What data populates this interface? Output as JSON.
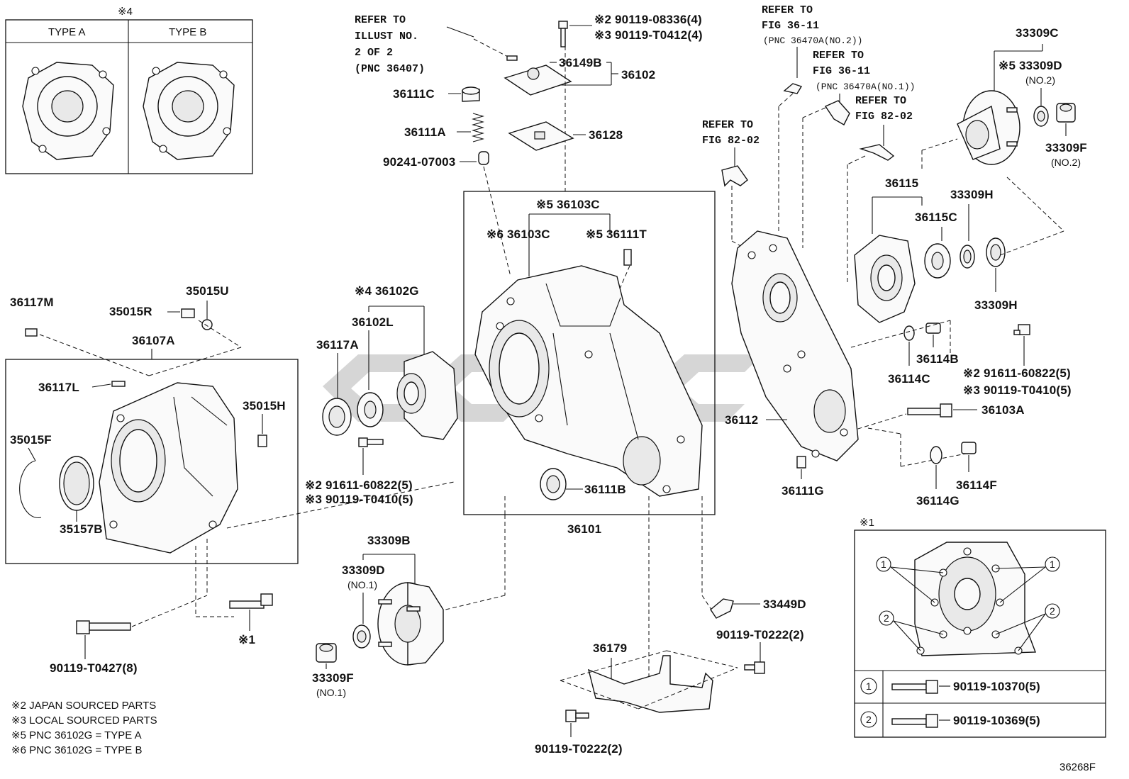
{
  "diagram_id": "36268F",
  "inset_types": {
    "header_mark": "※4",
    "type_a": "TYPE A",
    "type_b": "TYPE B"
  },
  "refers": {
    "illust": [
      "REFER TO",
      "ILLUST NO.",
      "2 OF 2",
      "(PNC 36407)"
    ],
    "fig36_no2": [
      "REFER TO",
      "FIG 36-11",
      "(PNC 36470A(NO.2))"
    ],
    "fig36_no1": [
      "REFER TO",
      "FIG 36-11",
      "(PNC 36470A(NO.1))"
    ],
    "fig82_right": [
      "REFER TO",
      "FIG 82-02"
    ],
    "fig82_left": [
      "REFER TO",
      "FIG 82-02"
    ]
  },
  "labels": {
    "p90119_08336": "※2 90119-08336(4)",
    "p90119_t0412": "※3 90119-T0412(4)",
    "p36149b": "36149B",
    "p36102": "36102",
    "p36111c": "36111C",
    "p36111a": "36111A",
    "p36128": "36128",
    "p90241_07003": "90241-07003",
    "p36103c_5": "※5 36103C",
    "p36103c_6": "※6 36103C",
    "p36111t": "※5 36111T",
    "p36102g": "※4 36102G",
    "p36102l": "36102L",
    "p36117a": "36117A",
    "p35015u": "35015U",
    "p35015r": "35015R",
    "p36117m": "36117M",
    "p36107a": "36107A",
    "p36117l": "36117L",
    "p35015h": "35015H",
    "p35015f": "35015F",
    "p35157b": "35157B",
    "p91611_60822_a": "※2 91611-60822(5)",
    "p90119_t0410_a": "※3 90119-T0410(5)",
    "p36111b": "36111B",
    "p36101": "36101",
    "p33309b": "33309B",
    "p33309d_1": "33309D",
    "p33309d_1_no": "(NO.1)",
    "p33309f_1": "33309F",
    "p33309f_1_no": "(NO.1)",
    "p90119_t0427": "90119-T0427(8)",
    "p_mark1": "※1",
    "p33449d": "33449D",
    "p90119_t0222_r": "90119-T0222(2)",
    "p36179": "36179",
    "p90119_t0222_b": "90119-T0222(2)",
    "p33309c": "33309C",
    "p33309d_2": "※5 33309D",
    "p33309d_2_no": "(NO.2)",
    "p33309f_2": "33309F",
    "p33309f_2_no": "(NO.2)",
    "p36115": "36115",
    "p36115c": "36115C",
    "p33309h_top": "33309H",
    "p33309h_bot": "33309H",
    "p36114b": "36114B",
    "p36114c": "36114C",
    "p91611_60822_b": "※2 91611-60822(5)",
    "p90119_t0410_b": "※3 90119-T0410(5)",
    "p36103a": "36103A",
    "p36112": "36112",
    "p36111g": "36111G",
    "p36114f": "36114F",
    "p36114g": "36114G"
  },
  "bolt_table": {
    "header_mark": "※1",
    "callout_1": "1",
    "callout_2": "2",
    "row1_part": "90119-10370(5)",
    "row2_part": "90119-10369(5)"
  },
  "notes": [
    "※2 JAPAN SOURCED PARTS",
    "※3 LOCAL SOURCED PARTS",
    "※5 PNC 36102G = TYPE A",
    "※6 PNC 36102G = TYPE B"
  ]
}
